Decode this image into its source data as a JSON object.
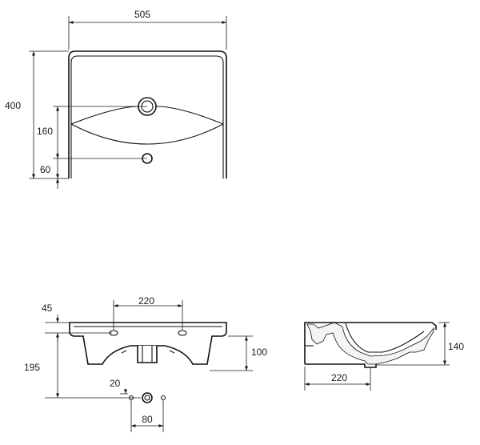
{
  "dimensions": {
    "top_width": "505",
    "top_depth": "400",
    "top_tap_hole": "160",
    "top_drain": "60",
    "front_hole_spacing": "220",
    "front_top": "45",
    "front_height": "195",
    "front_bowl": "100",
    "front_small": "20",
    "front_fixing": "80",
    "side_depth": "220",
    "side_height": "140"
  },
  "colors": {
    "line": "#111111",
    "background": "#ffffff"
  }
}
